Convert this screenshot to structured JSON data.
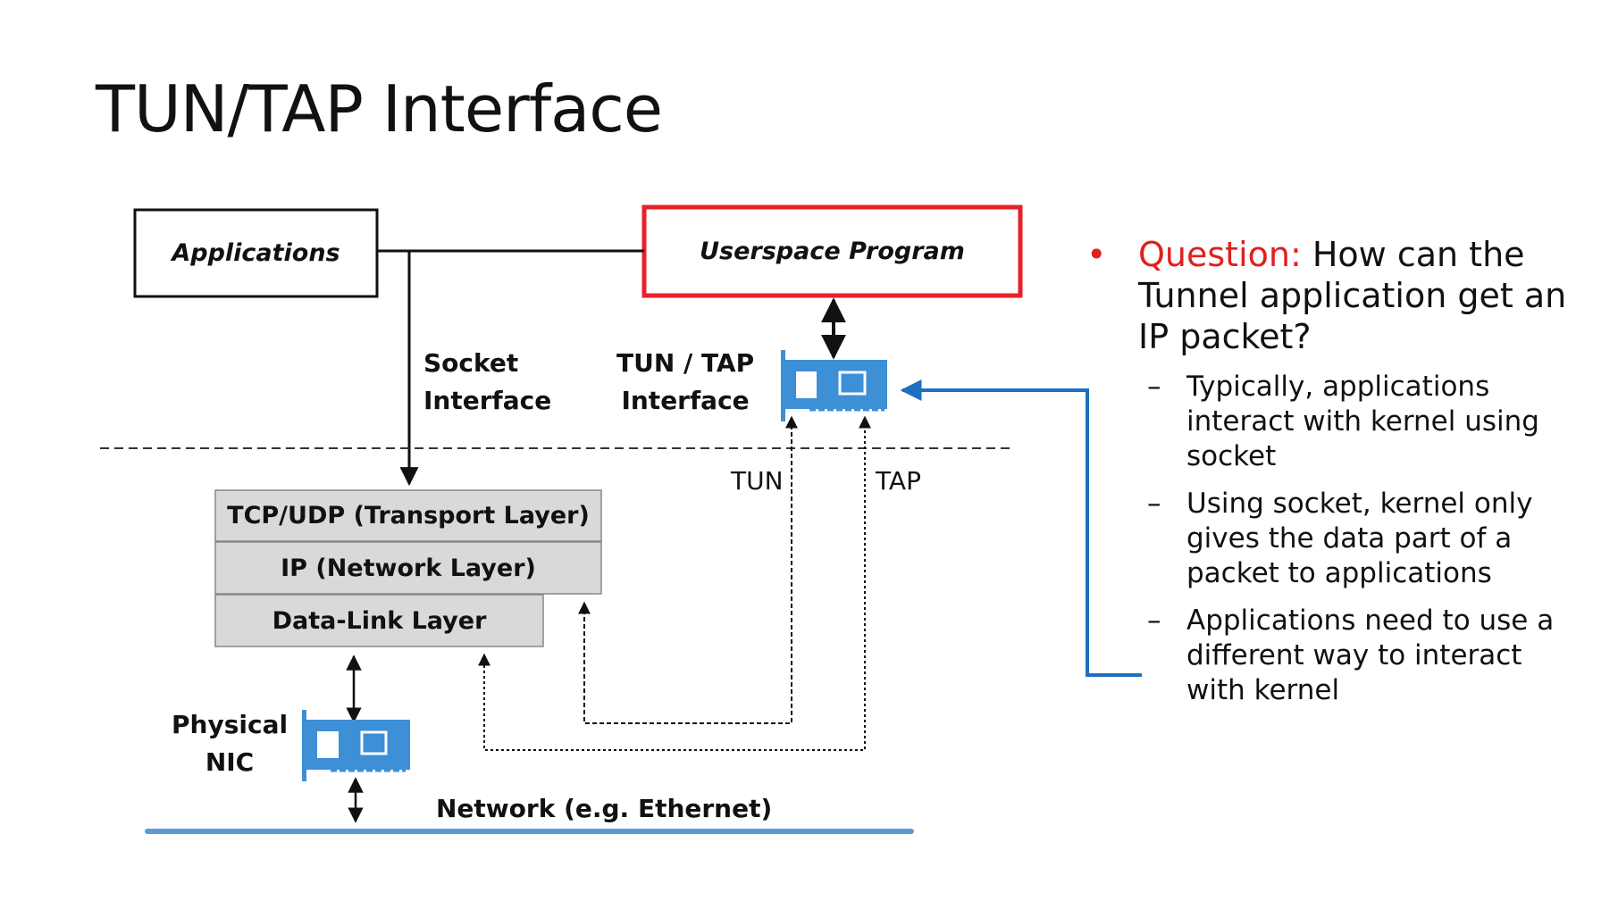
{
  "title": "TUN/TAP Interface",
  "diagram": {
    "applications_label": "Applications",
    "userspace_label": "Userspace Program",
    "socket_label_line1": "Socket",
    "socket_label_line2": "Interface",
    "tuntap_label_line1": "TUN / TAP",
    "tuntap_label_line2": "Interface",
    "tun_label": "TUN",
    "tap_label": "TAP",
    "layers": [
      "TCP/UDP (Transport Layer)",
      "IP (Network Layer)",
      "Data-Link Layer"
    ],
    "physical_line1": "Physical",
    "physical_line2": "NIC",
    "network_label": "Network (e.g. Ethernet)",
    "nic_icon": "network-card-icon",
    "colors": {
      "userspace_border": "#e8202a",
      "nic_blue": "#3d8fd6",
      "pointer_blue": "#1f6fc0",
      "layer_fill": "#d9d9d9",
      "network_line": "#5b9bd5"
    }
  },
  "bullets": {
    "main_label": "Question:",
    "main_text": " How can the Tunnel application get an IP packet?",
    "subs": [
      "Typically, applications interact with kernel using socket",
      "Using socket, kernel only gives the data part of a packet to applications",
      "Applications need to use a different way to interact with kernel"
    ],
    "dash": "–",
    "bullet_color": "#e0201d"
  }
}
